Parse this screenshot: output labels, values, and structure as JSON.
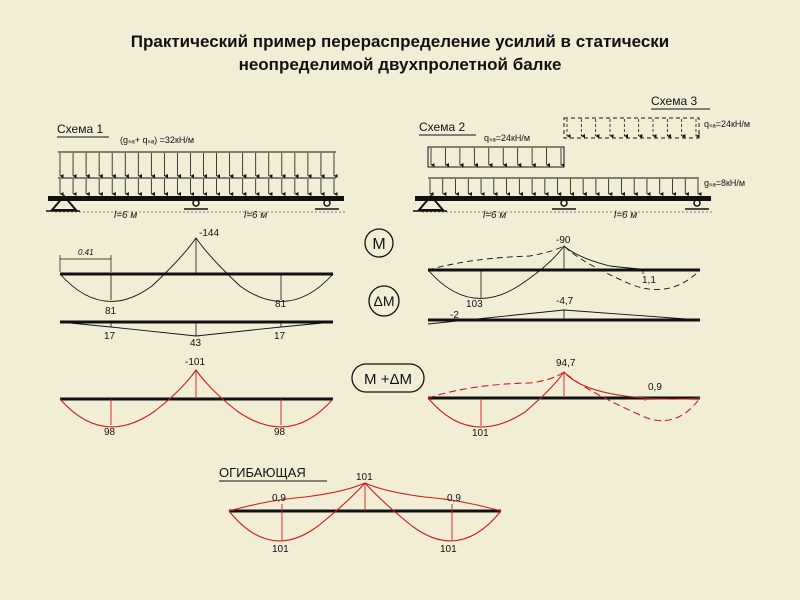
{
  "title": {
    "line1": "Практический пример перераспределение усилий в статически",
    "line2": "неопределимой двухпролетной балке"
  },
  "scheme1": {
    "label": "Схема 1",
    "load": "(gₛₐ+ qₛₐ) =32кН/м",
    "span1": "l=6 м",
    "span2": "l=6 м",
    "moment_support": "-144",
    "moment_span_left": "81",
    "moment_span_right": "81",
    "dim_041": "0.41",
    "delta_left": "17",
    "delta_mid": "43",
    "delta_right": "17",
    "sum_support": "-101",
    "sum_span_left": "98",
    "sum_span_right": "98"
  },
  "scheme2": {
    "label": "Схема 2",
    "load_q": "qₛₐ=24кН/м",
    "span1": "l=6 м",
    "span2": "l=6 м",
    "moment_support": "-90",
    "moment_span_left": "103",
    "moment_right": "1,1",
    "delta_support": "-4,7",
    "delta_left": "-2",
    "sum_support": "94,7",
    "sum_span_left": "101",
    "sum_right": "0,9"
  },
  "scheme3": {
    "label": "Схема 3",
    "load_q": "qₛₐ=24кН/м",
    "load_g": "gₛₐ=8кН/м"
  },
  "badges": {
    "m": "М",
    "dm": "ΔМ",
    "m_plus_dm": "М +ΔМ"
  },
  "envelope": {
    "label": "ОГИБАЮЩАЯ",
    "support": "101",
    "left_top": "0,9",
    "right_top": "0,9",
    "left_bottom": "101",
    "right_bottom": "101"
  },
  "colors": {
    "background": "#f2eed6",
    "ink": "#111111",
    "red": "#cc1f1a"
  }
}
